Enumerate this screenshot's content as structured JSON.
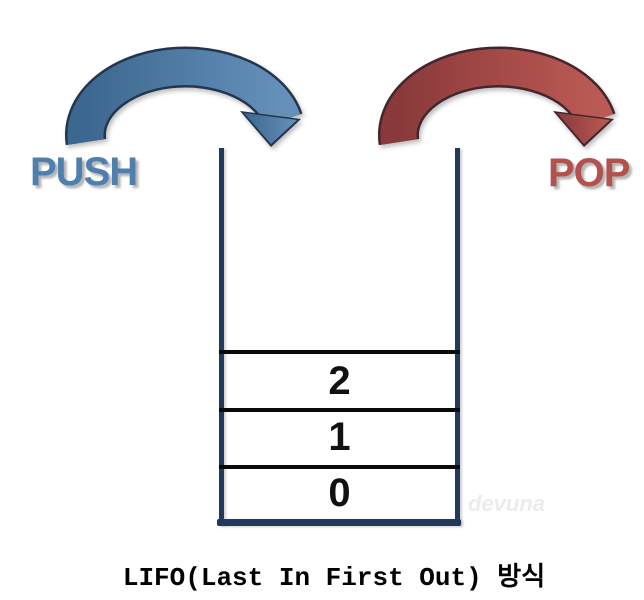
{
  "labels": {
    "push": "PUSH",
    "pop": "POP"
  },
  "stack": {
    "cells": [
      "2",
      "1",
      "0"
    ]
  },
  "caption": "LIFO(Last In First Out) 방식",
  "watermark": "devuna",
  "colors": {
    "push_text": "#4e7fae",
    "pop_text": "#b2524e",
    "push_arrow_dark": "#3c688f",
    "push_arrow_light": "#6590ba",
    "push_outline": "#24364d",
    "pop_arrow_dark": "#8a393a",
    "pop_arrow_light": "#bb5a54",
    "pop_outline": "#43262b",
    "wall": "#1f3a5a",
    "divider": "#0a0a0a",
    "number_text": "#111111",
    "caption_text": "#000000",
    "watermark_text": "#ececec"
  }
}
